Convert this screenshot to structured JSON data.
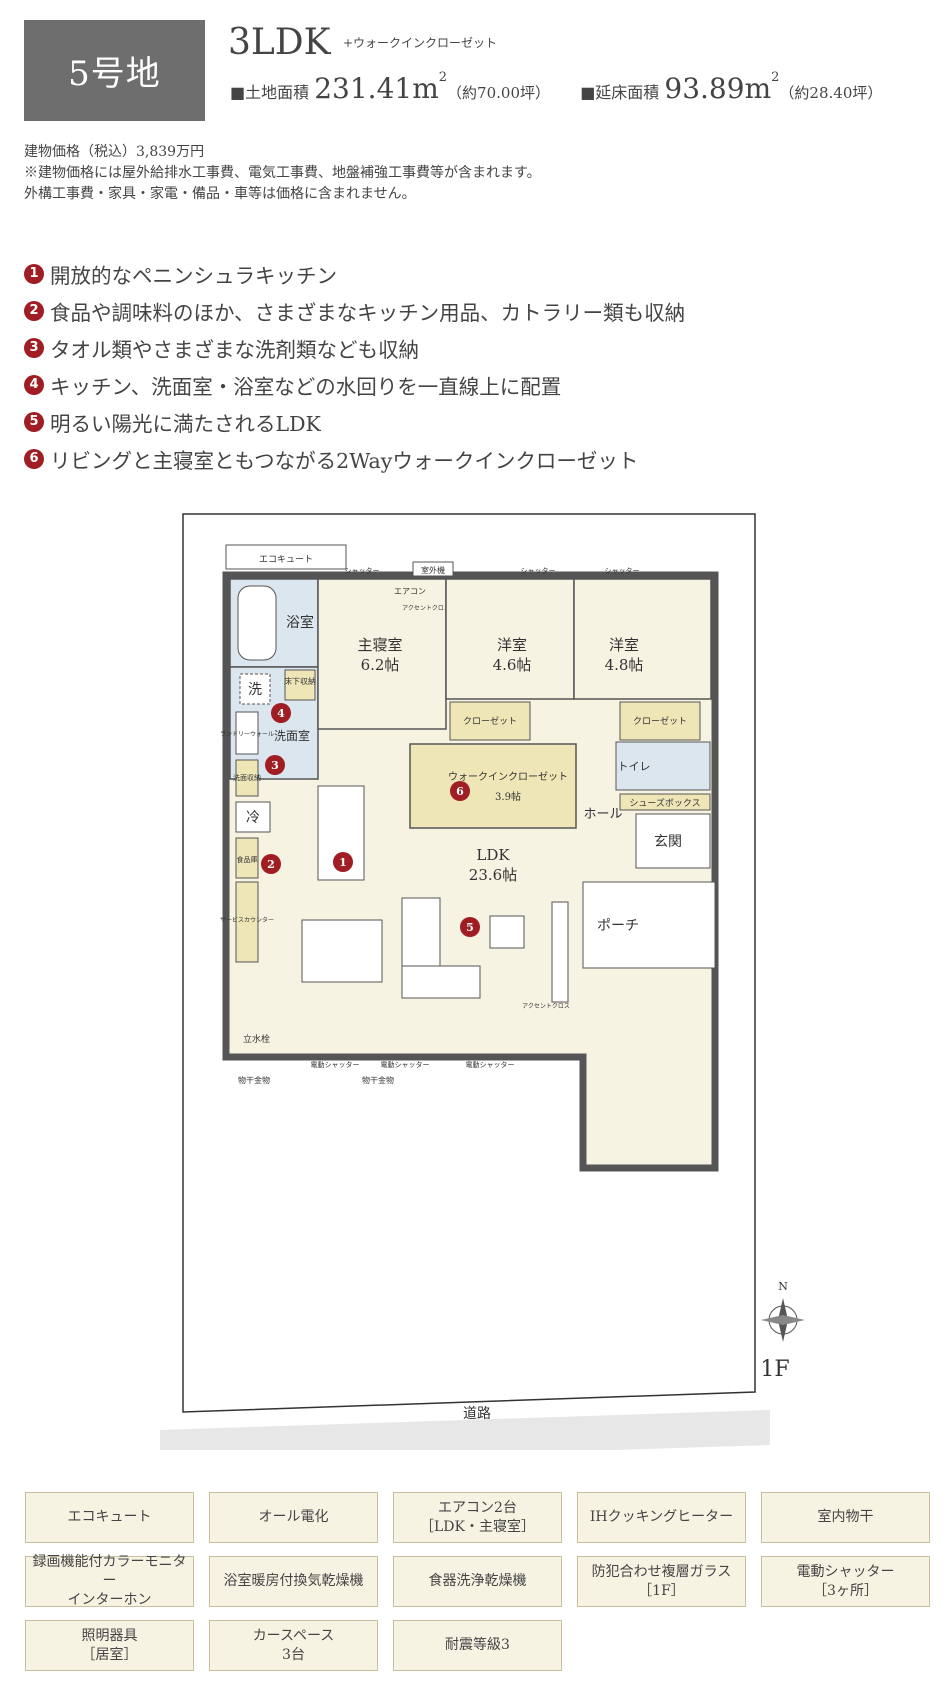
{
  "header": {
    "lot_label": "5号地",
    "layout_type": "3LDK",
    "layout_sub": "+ウォークインクローゼット",
    "land_label": "■土地面積",
    "land_value": "231.41",
    "land_unit": "m",
    "land_sq": "2",
    "land_tsubo": "（約70.00坪）",
    "floor_label": "■延床面積",
    "floor_value": "93.89",
    "floor_unit": "m",
    "floor_sq": "2",
    "floor_tsubo": "（約28.40坪）"
  },
  "price": {
    "line1": "建物価格（税込）3,839万円",
    "line2": "※建物価格には屋外給排水工事費、電気工事費、地盤補強工事費等が含まれます。",
    "line3": "外構工事費・家具・家電・備品・車等は価格に含まれません。"
  },
  "features": [
    {
      "num": "1",
      "text": "開放的なペニンシュラキッチン"
    },
    {
      "num": "2",
      "text": "食品や調味料のほか、さまざまなキッチン用品、カトラリー類も収納"
    },
    {
      "num": "3",
      "text": "タオル類やさまざまな洗剤類なども収納"
    },
    {
      "num": "4",
      "text": "キッチン、洗面室・浴室などの水回りを一直線上に配置"
    },
    {
      "num": "5",
      "text": "明るい陽光に満たされるLDK"
    },
    {
      "num": "6",
      "text": "リビングと主寝室ともつながる2Wayウォークインクローゼット"
    }
  ],
  "plan": {
    "labels": {
      "ecocute": "エコキュート",
      "outdoor_unit": "室外機",
      "shutter": "シャッター",
      "aircon": "エアコン",
      "accent_cross": "アクセントクロス",
      "bath": "浴室",
      "master_name": "主寝室",
      "master_size": "6.2帖",
      "western1_name": "洋室",
      "western1_size": "4.6帖",
      "western2_name": "洋室",
      "western2_size": "4.8帖",
      "wash": "洗",
      "floor_storage": "床下収納",
      "laundry": "ランドリーウォール",
      "washroom": "洗面室",
      "wash_storage": "洗面収納",
      "fridge": "冷",
      "pantry": "食品庫",
      "service_counter": "サービスカウンター",
      "closet_a": "クローゼット",
      "closet_b": "クローゼット",
      "wic_name": "ウォークインクローゼット",
      "wic_size": "3.9帖",
      "toilet": "トイレ",
      "shoes": "シューズボックス",
      "hall": "ホール",
      "entrance": "玄関",
      "ldk_name": "LDK",
      "ldk_size": "23.6帖",
      "porch": "ポーチ",
      "tap": "立水栓",
      "electric_shutter": "電動シャッター",
      "drying": "物干金物",
      "road": "道路",
      "floor": "1F",
      "north": "N"
    },
    "markers": [
      "1",
      "2",
      "3",
      "4",
      "5",
      "6"
    ]
  },
  "specs": [
    "エコキュート",
    "オール電化",
    "エアコン2台\n［LDK・主寝室］",
    "IHクッキングヒーター",
    "室内物干",
    "録画機能付カラーモニター\nインターホン",
    "浴室暖房付換気乾燥機",
    "食器洗浄乾燥機",
    "防犯合わせ複層ガラス\n［1F］",
    "電動シャッター\n［3ヶ所］",
    "照明器具\n［居室］",
    "カースペース\n3台",
    "耐震等級3"
  ],
  "colors": {
    "badge": "#6e6e6e",
    "marker": "#a01d24",
    "room_fill": "#f7f3e3",
    "wet_fill": "#dbe6ee",
    "storage_fill": "#efe6b8",
    "spec_border": "#c9bea0"
  }
}
